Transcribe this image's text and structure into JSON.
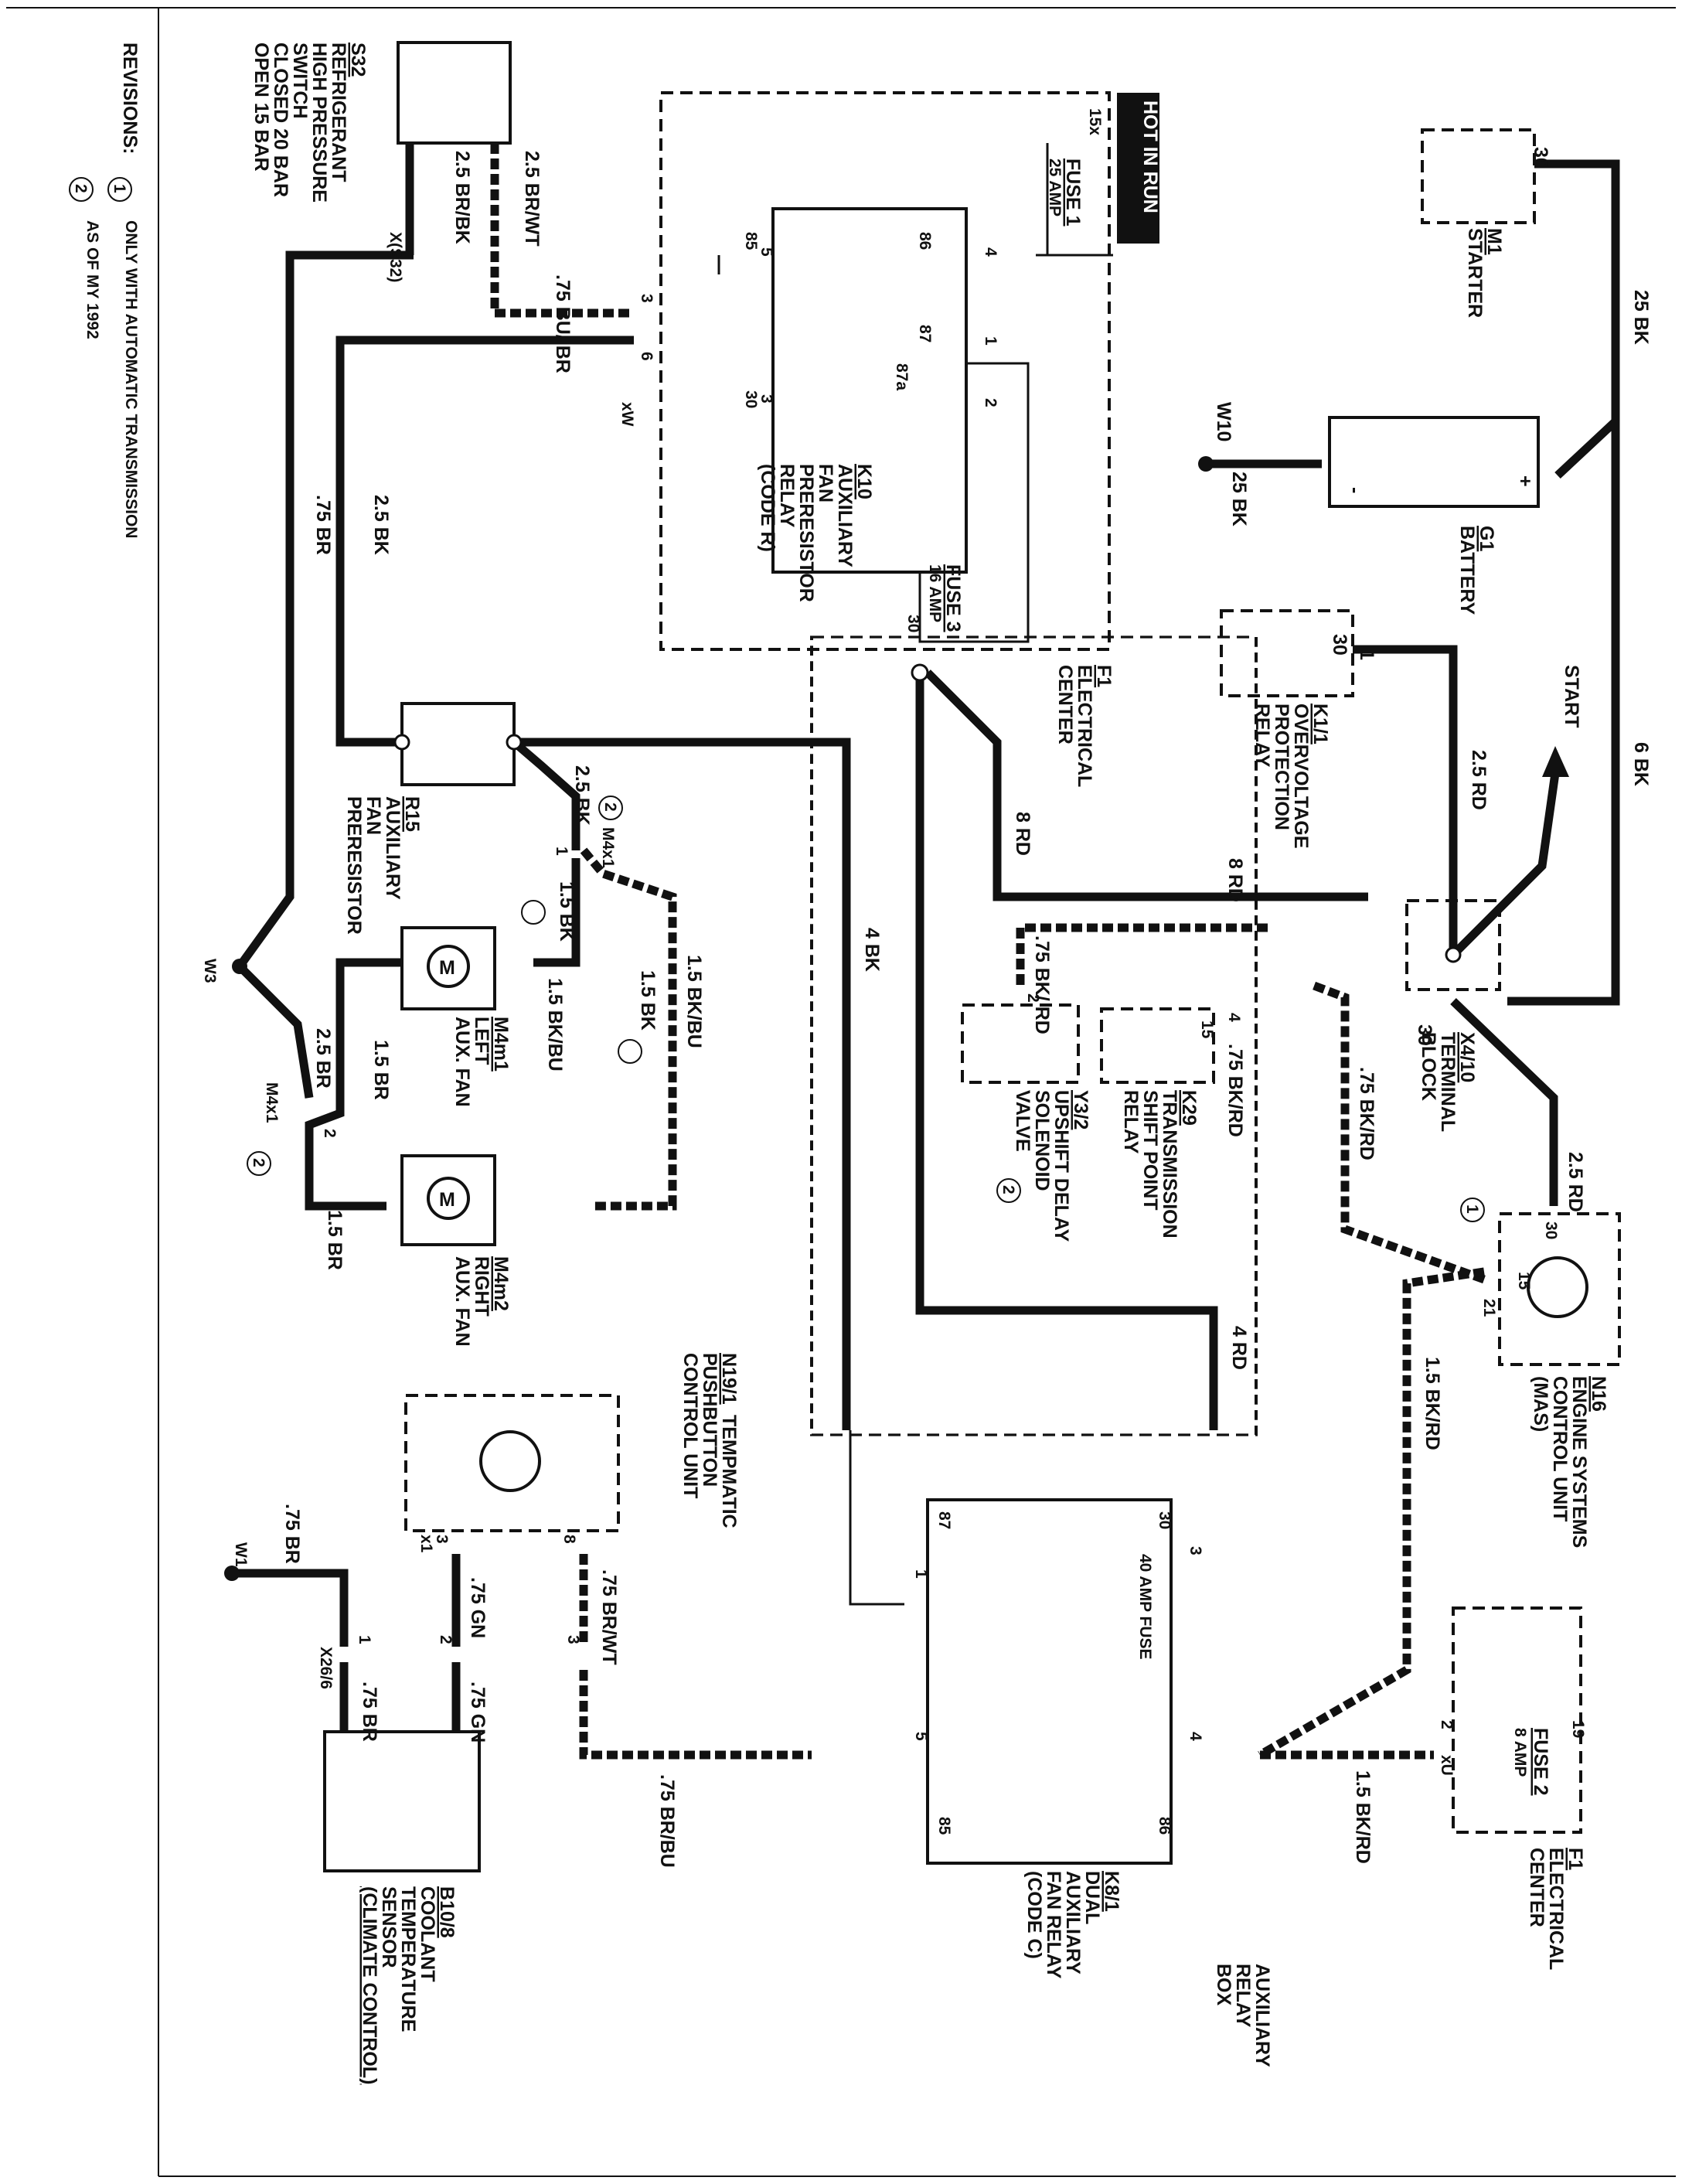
{
  "diagram": {
    "components": {
      "m1": {
        "id": "M1",
        "name": "STARTER",
        "pin": "30"
      },
      "g1": {
        "id": "G1",
        "name": "BATTERY",
        "plus": "+",
        "minus": "-"
      },
      "w10": {
        "id": "W10",
        "wire": "25 BK"
      },
      "k1_1": {
        "id": "K1/1",
        "name_lines": [
          "OVERVOLTAGE",
          "PROTECTION",
          "RELAY"
        ],
        "pin": "30",
        "pin_b": "1"
      },
      "x4_10": {
        "id": "X4/10",
        "name_lines": [
          "TERMINAL",
          "BLOCK"
        ],
        "pin": "30"
      },
      "start": {
        "label": "START"
      },
      "f1_top": {
        "id": "F1",
        "name_lines": [
          "ELECTRICAL",
          "CENTER"
        ]
      },
      "fuse1": {
        "id": "FUSE 1",
        "rating": "25 AMP",
        "pin": "15x"
      },
      "fuse3": {
        "id": "FUSE 3",
        "rating": "16 AMP",
        "pin": "30"
      },
      "hot_in_run": {
        "label": "HOT IN RUN"
      },
      "k10": {
        "id": "K10",
        "name_lines": [
          "AUXILIARY",
          "FAN",
          "PRERESISTOR",
          "RELAY",
          "(CODE R)"
        ],
        "pins": [
          "85",
          "86",
          "87",
          "87a",
          "30"
        ],
        "conn_pins": [
          "5",
          "4",
          "1",
          "2",
          "3"
        ]
      },
      "s32": {
        "id": "S32",
        "name_lines": [
          "REFRIGERANT",
          "HIGH PRESSURE",
          "SWITCH",
          "CLOSED 20 BAR",
          "OPEN 15 BAR"
        ],
        "connector": "X(S32)"
      },
      "r15": {
        "id": "R15",
        "name_lines": [
          "AUXILIARY",
          "FAN",
          "PRERESISTOR"
        ]
      },
      "m4m1": {
        "id": "M4m1",
        "name_lines": [
          "LEFT",
          "AUX. FAN"
        ]
      },
      "m4m2": {
        "id": "M4m2",
        "name_lines": [
          "RIGHT",
          "AUX. FAN"
        ]
      },
      "w3": {
        "id": "W3"
      },
      "m4x1_top": {
        "id": "M4x1",
        "pin": "1",
        "rev": "2"
      },
      "m4x1_bottom": {
        "id": "M4x1",
        "pin": "2",
        "rev": "2"
      },
      "y3_2": {
        "id": "Y3/2",
        "name_lines": [
          "UPSHIFT DELAY",
          "SOLENOID",
          "VALVE"
        ],
        "pin": "2",
        "rev": "2"
      },
      "k29": {
        "id": "K29",
        "name_lines": [
          "TRANSMISSION",
          "SHIFT POINT",
          "RELAY"
        ],
        "pin_a": "4",
        "pin_b": "15"
      },
      "n16": {
        "id": "N16",
        "name_lines": [
          "ENGINE SYSTEMS",
          "CONTROL UNIT",
          "(MAS)"
        ],
        "pins": [
          "30",
          "15",
          "21"
        ],
        "rev": "1"
      },
      "k8_1": {
        "id": "K8/1",
        "name_lines": [
          "DUAL",
          "AUXILIARY",
          "FAN RELAY",
          "(CODE C)"
        ],
        "pins": [
          "87",
          "30",
          "85",
          "86"
        ],
        "conn_pins": [
          "1",
          "3",
          "5",
          "4"
        ],
        "fuse": "40 AMP FUSE"
      },
      "aux_relay_box": {
        "name_lines": [
          "AUXILIARY",
          "RELAY",
          "BOX"
        ]
      },
      "n19_1": {
        "id": "N19/1",
        "name_lines": [
          "TEMPMATIC",
          "PUSHBUTTON",
          "CONTROL UNIT"
        ],
        "pins": [
          "3",
          "8"
        ],
        "connector": "x1"
      },
      "b10_8": {
        "id": "B10/8",
        "name_lines": [
          "COOLANT",
          "TEMPERATURE",
          "SENSOR",
          "(CLIMATE CONTROL)"
        ]
      },
      "x26_6": {
        "id": "X26/6",
        "pins": [
          "1",
          "2",
          "3"
        ]
      },
      "w1": {
        "id": "W1"
      },
      "f1_bottom": {
        "id": "F1",
        "name_lines": [
          "ELECTRICAL",
          "CENTER"
        ]
      },
      "fuse2": {
        "id": "FUSE 2",
        "rating": "8 AMP",
        "pin": "19",
        "conn": "2",
        "conn_id": "xU"
      },
      "xw": {
        "id": "xW",
        "pins": [
          "3",
          "6"
        ]
      }
    },
    "wires": {
      "starter_battery": "25 BK",
      "battery_block": "6 BK",
      "relay_block": "2.5 RD",
      "block_fuse3": "8 RD",
      "block_f1": "8 RD",
      "block_n16": "2.5 RD",
      "n16_y3": ".75 BK/RD",
      "y3_rd": ".75 BK/ RD",
      "k29_wire": ".75 BK/RD",
      "n16_k8": "1.5 BK/RD",
      "k8_f1": "1.5 BK/RD",
      "fuse3_k8": "4 RD",
      "r15_k8": "4 BK",
      "r15_m4x1": "2.5 BK",
      "m4x1_bk1": "1.5 BK",
      "m4x1_bk2": "1.5 BK",
      "m4m1_bkbu": "1.5 BK/BU",
      "m4m2_bkbu": "1.5 BK/BU",
      "m4m1_br": "1.5 BR",
      "m4m2_br": "1.5 BR",
      "w3_br": "2.5 BR",
      "xw_bk": "2.5 BK",
      "xw_br": ".75 BR",
      "s32_brbk": "2.5 BR/BK",
      "s32_brwt": "2.5 BR/WT",
      "s32_bu": ".75 BU/ BR",
      "n19_gn": ".75 GN",
      "n19_brwt": ".75 BR/WT",
      "x26_gn": ".75 GN",
      "x26_br": ".75 BR",
      "w1_br": ".75 BR",
      "k8_brbu": ".75 BR/BU"
    },
    "revisions": {
      "title": "REVISIONS:",
      "items": [
        {
          "num": "1",
          "text": "ONLY WITH AUTOMATIC TRANSMISSION"
        },
        {
          "num": "2",
          "text": "AS OF MY 1992"
        }
      ]
    }
  }
}
